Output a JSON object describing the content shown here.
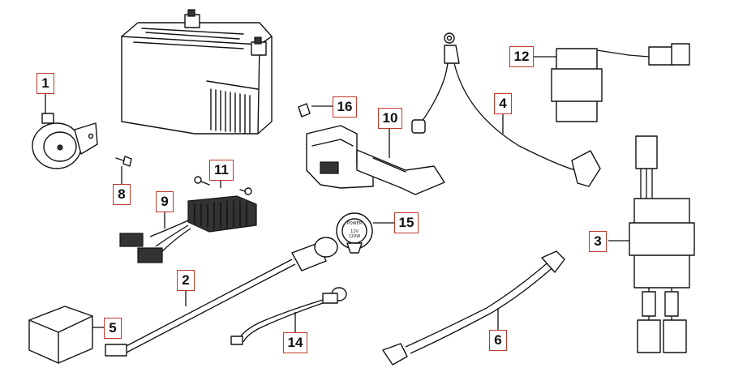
{
  "callouts": [
    {
      "id": "1",
      "text": "1"
    },
    {
      "id": "2",
      "text": "2"
    },
    {
      "id": "3",
      "text": "3"
    },
    {
      "id": "4",
      "text": "4"
    },
    {
      "id": "5",
      "text": "5"
    },
    {
      "id": "6",
      "text": "6"
    },
    {
      "id": "8",
      "text": "8"
    },
    {
      "id": "9",
      "text": "9"
    },
    {
      "id": "10",
      "text": "10"
    },
    {
      "id": "11",
      "text": "11"
    },
    {
      "id": "12",
      "text": "12"
    },
    {
      "id": "14",
      "text": "14"
    },
    {
      "id": "15",
      "text": "15"
    },
    {
      "id": "16",
      "text": "16"
    }
  ],
  "socket_text": {
    "brand": "POWER",
    "rating_line1": "12V",
    "rating_line2": "120W"
  },
  "colors": {
    "label_border": "#c0392b",
    "line": "#111111",
    "background": "#ffffff"
  }
}
